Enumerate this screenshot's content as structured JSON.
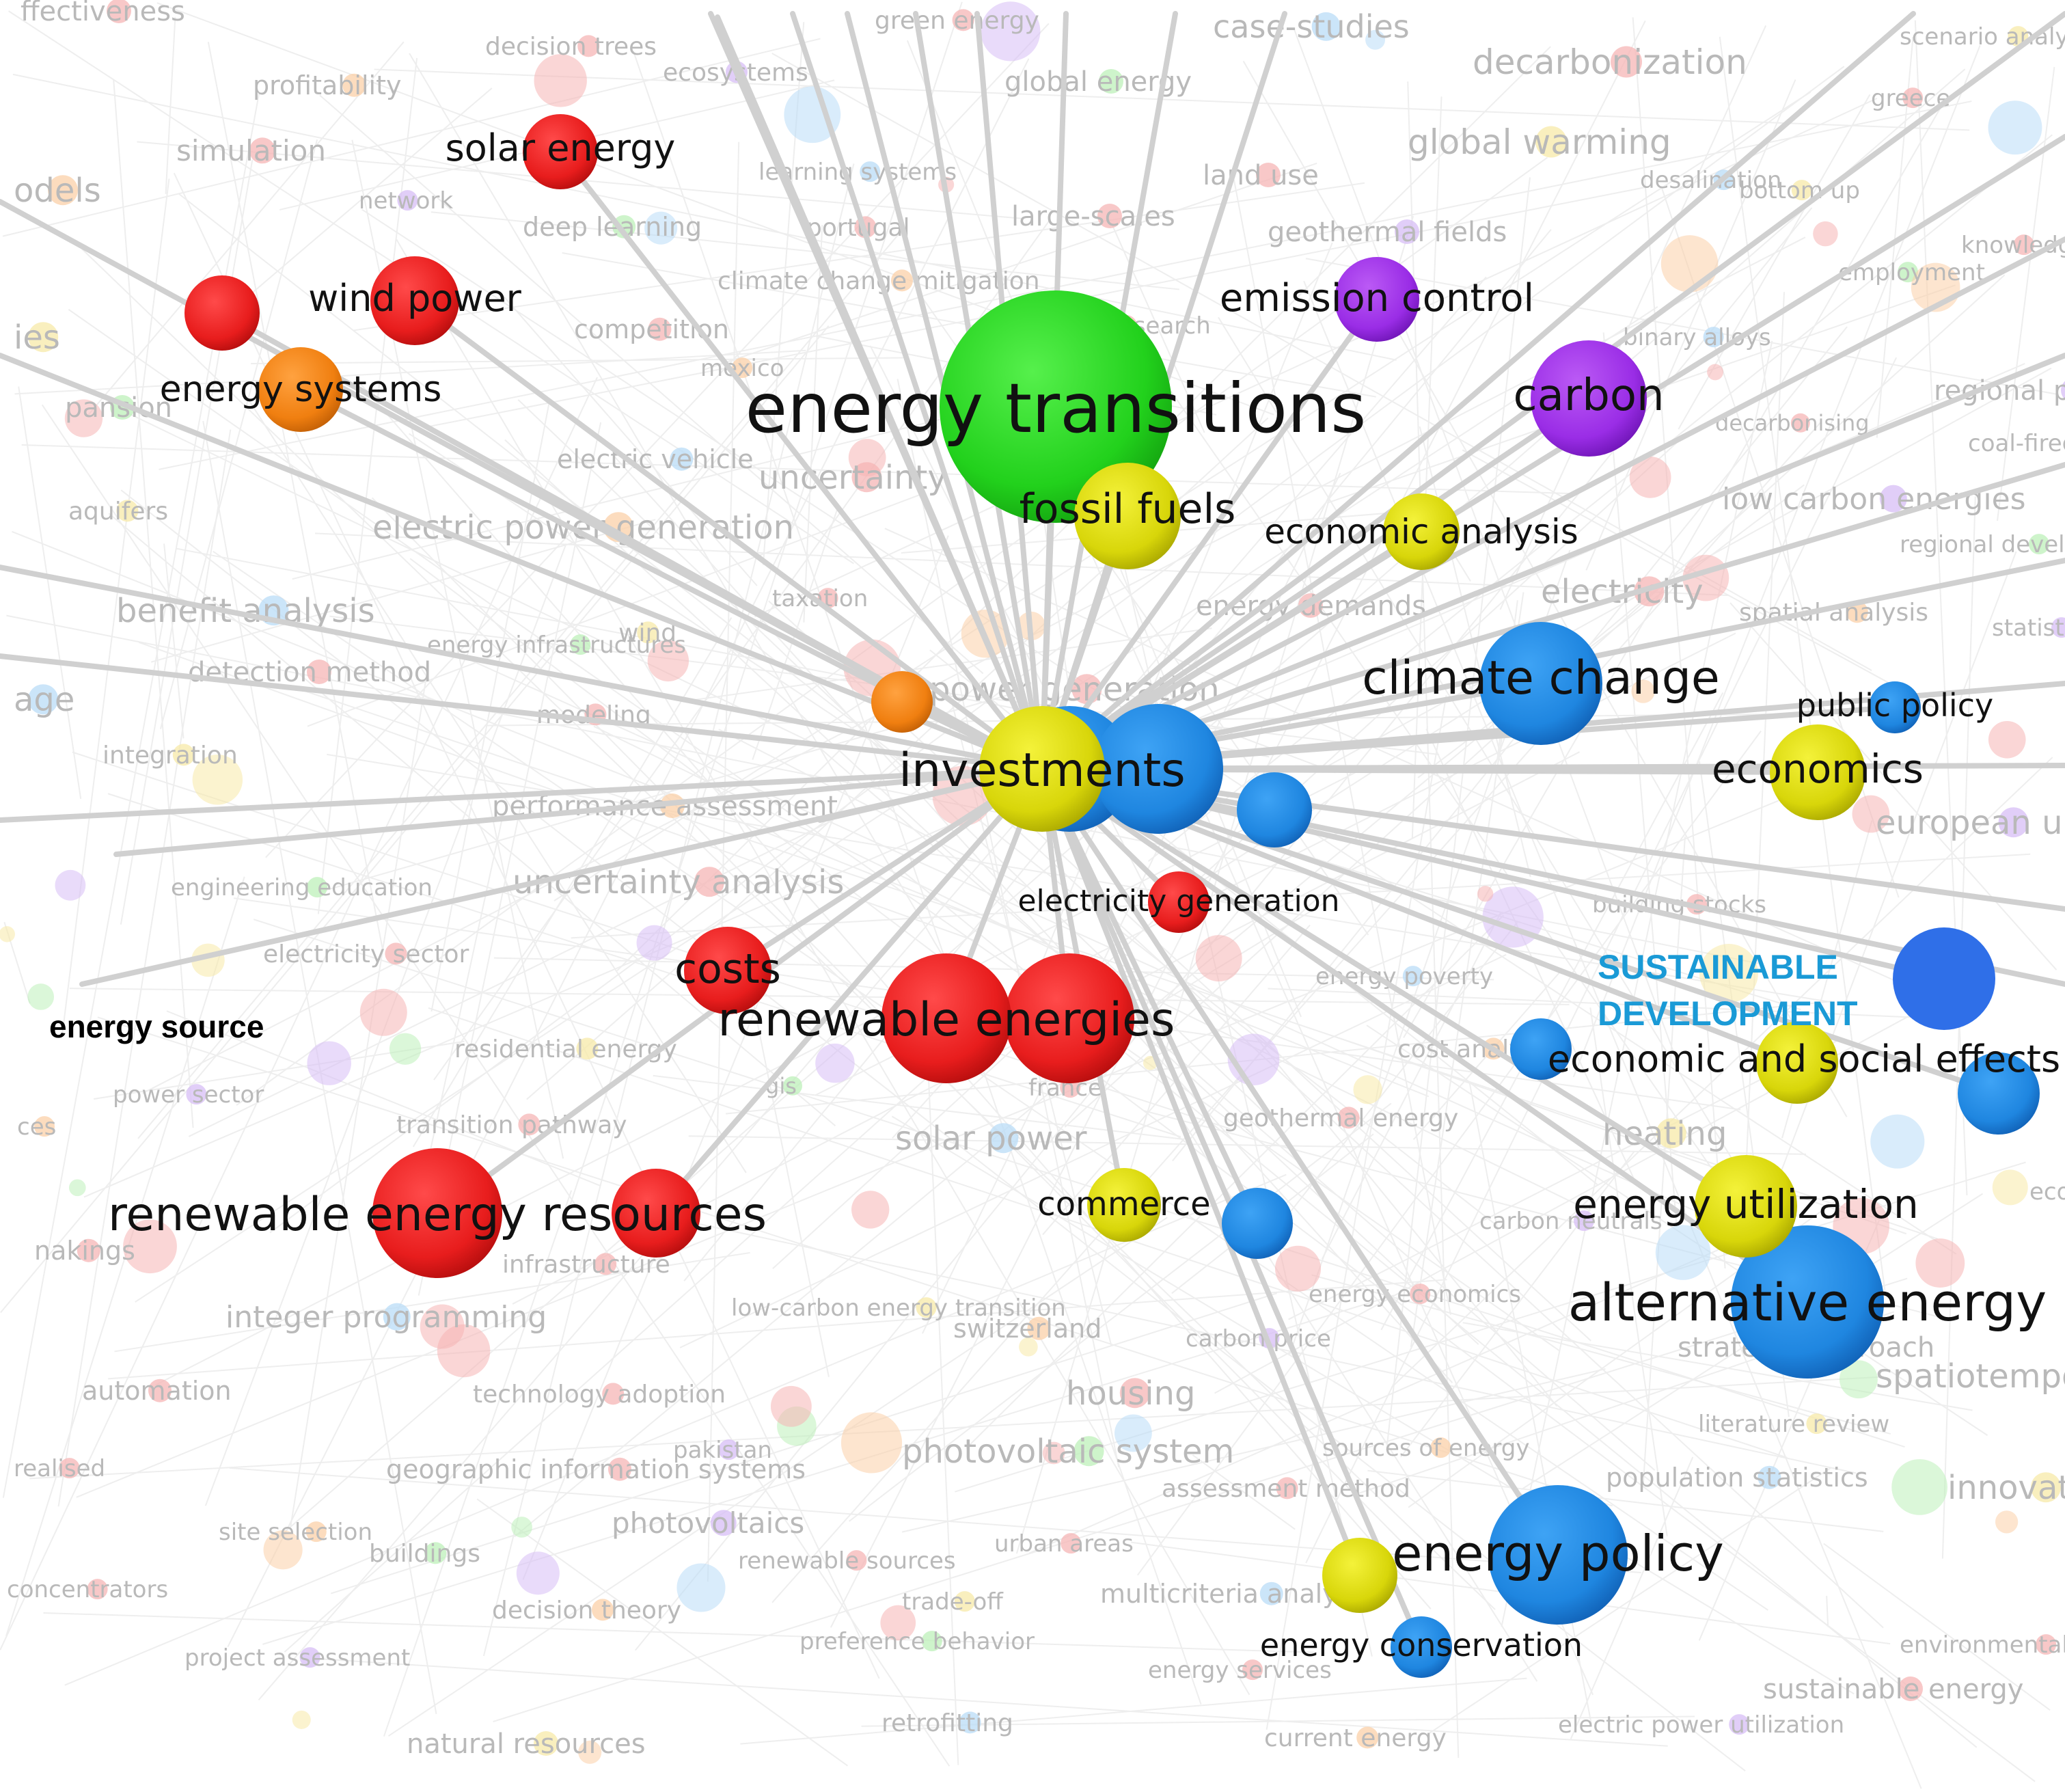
{
  "colors": {
    "red": "#e81d1d",
    "green": "#22d11c",
    "yellow": "#d8d60a",
    "blue": "#1f86e0",
    "purple": "#9a2de6",
    "orange": "#f07f10",
    "highlight_blue": "#2f6fe8",
    "highlight_text": "#1a9ad6",
    "edge": "#d0d0d0",
    "faint_edge": "#eeeeee"
  },
  "annotations": {
    "sustainable_line1": "SUSTAINABLE",
    "sustainable_line2": "DEVELOPMENT",
    "energy_source": "energy source"
  },
  "major_nodes": [
    {
      "label": "energy transitions",
      "color": "green",
      "size": 8
    },
    {
      "label": "investments",
      "color": "yellow",
      "size": 5
    },
    {
      "label": "renewable energies",
      "color": "red",
      "size": 5
    },
    {
      "label": "renewable energy resources",
      "color": "red",
      "size": 5
    },
    {
      "label": "alternative energy",
      "color": "blue",
      "size": 5
    },
    {
      "label": "climate change",
      "color": "blue",
      "size": 5
    },
    {
      "label": "energy policy",
      "color": "blue",
      "size": 5
    },
    {
      "label": "carbon",
      "color": "purple",
      "size": 4
    },
    {
      "label": "emission control",
      "color": "purple",
      "size": 3
    },
    {
      "label": "fossil fuels",
      "color": "yellow",
      "size": 4
    },
    {
      "label": "economic analysis",
      "color": "yellow",
      "size": 3
    },
    {
      "label": "economics",
      "color": "yellow",
      "size": 4
    },
    {
      "label": "public policy",
      "color": "blue",
      "size": 2
    },
    {
      "label": "energy utilization",
      "color": "yellow",
      "size": 4
    },
    {
      "label": "economic and social effects",
      "color": "yellow",
      "size": 3
    },
    {
      "label": "energy conservation",
      "color": "blue",
      "size": 2
    },
    {
      "label": "commerce",
      "color": "yellow",
      "size": 3
    },
    {
      "label": "electricity generation",
      "color": "red",
      "size": 2
    },
    {
      "label": "solar energy",
      "color": "red",
      "size": 3
    },
    {
      "label": "wind power",
      "color": "red",
      "size": 3
    },
    {
      "label": "energy systems",
      "color": "orange",
      "size": 3
    },
    {
      "label": "costs",
      "color": "red",
      "size": 3
    }
  ],
  "minor_labels": [
    "ffectiveness",
    "decision trees",
    "green energy",
    "case-studies",
    "scenario analysis",
    "profitability",
    "ecosystems",
    "global energy",
    "decarbonization",
    "greece",
    "simulation",
    "learning systems",
    "global warming",
    "odels",
    "network",
    "deep learning",
    "portugal",
    "large-scales",
    "land use",
    "desalination",
    "bottom up",
    "climate change mitigation",
    "geothermal fields",
    "employment",
    "knowledge",
    "competition",
    "industrial research",
    "binary alloys",
    "ies",
    "mexico",
    "regional planning",
    "pansion",
    "decarbonising",
    "coal-fired power",
    "uncertainty",
    "electric vehicle",
    "aquifers",
    "electric power generation",
    "low carbon energies",
    "regional development",
    "electricity",
    "taxation",
    "energy demands",
    "benefit analysis",
    "wind",
    "spatial analysis",
    "statistics",
    "energy infrastructures",
    "detection method",
    "power generation",
    "modeling",
    "age",
    "integration",
    "performance assessment",
    "european union",
    "engineering education",
    "uncertainty analysis",
    "building stocks",
    "electricity sector",
    "energy poverty",
    "residential energy",
    "cost analysis",
    "power sector",
    "gis",
    "france",
    "transition pathway",
    "geothermal energy",
    "solar power",
    "heating",
    "ces",
    "carbon neutrals",
    "ecology",
    "nakings",
    "infrastructure",
    "energy economics",
    "integer programming",
    "low-carbon energy transition",
    "switzerland",
    "carbon price",
    "strategic approach",
    "automation",
    "technology adoption",
    "housing",
    "spatiotemporal analysis",
    "literature review",
    "sources of energy",
    "pakistan",
    "photovoltaic system",
    "realised",
    "geographic information systems",
    "assessment method",
    "population statistics",
    "innovation",
    "site selection",
    "photovoltaics",
    "buildings",
    "urban areas",
    "renewable sources",
    "concentrators",
    "multicriteria analysis",
    "trade-off",
    "decision theory",
    "project assessment",
    "preference behavior",
    "energy services",
    "environmental justice",
    "sustainable energy",
    "retrofitting",
    "natural resources",
    "current energy",
    "electric power utilization"
  ]
}
